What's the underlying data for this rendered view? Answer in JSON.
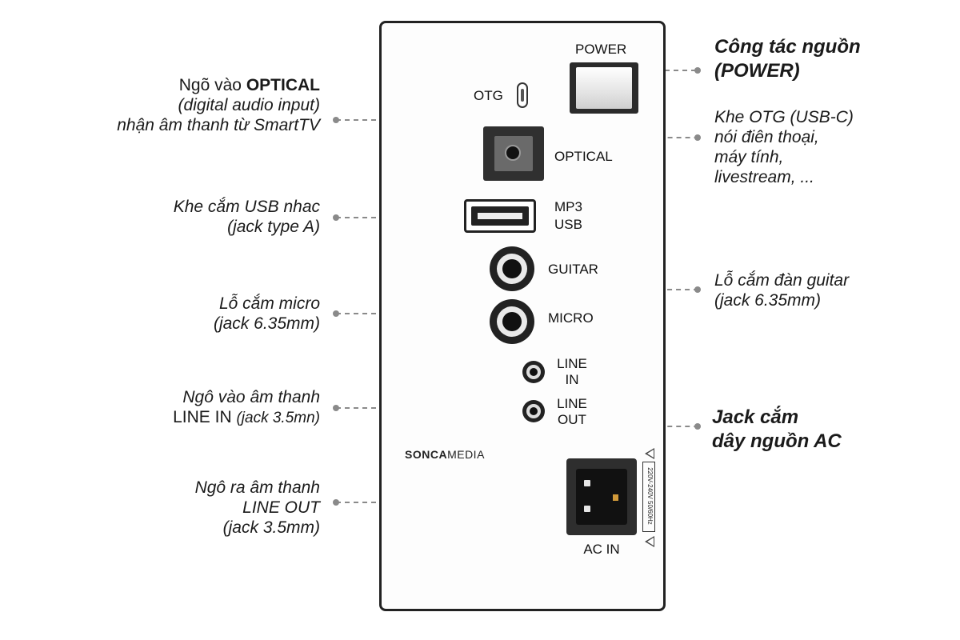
{
  "panel": {
    "power": "POWER",
    "otg": "OTG",
    "optical": "OPTICAL",
    "mp3": "MP3",
    "usb": "USB",
    "guitar": "GUITAR",
    "micro": "MICRO",
    "line_in_1": "LINE",
    "line_in_2": "IN",
    "line_out_1": "LINE",
    "line_out_2": "OUT",
    "ac_in": "AC IN",
    "ac_rating": "220V-240V 50/60Hz",
    "logo_bold": "SONCA",
    "logo_light": "MEDIA"
  },
  "callouts": {
    "optical": {
      "line1_pre": "Ngõ vào ",
      "line1_bold": "OPTICAL",
      "line2": "(digital audio input)",
      "line3": "nhận âm thanh từ SmartTV"
    },
    "usb": {
      "line1": "Khe cắm USB nhac",
      "line2": "(jack type A)"
    },
    "micro": {
      "line1": "Lỗ cắm micro",
      "line2": "(jack 6.35mm)"
    },
    "line_in": {
      "line1": "Ngô vào âm thanh",
      "line2_a": "LINE IN ",
      "line2_b": "(jack 3.5mn)"
    },
    "line_out": {
      "line1": "Ngô ra âm thanh",
      "line2": "LINE OUT",
      "line3": "(jack 3.5mm)"
    },
    "power": {
      "line1": "Công tác nguồn",
      "line2": "(POWER)"
    },
    "otg": {
      "line1": "Khe OTG (USB-C)",
      "line2": "nói điên thoại,",
      "line3": "máy tính,",
      "line4": "livestream, ..."
    },
    "guitar": {
      "line1": "Lỗ cắm đàn guitar",
      "line2": "(jack 6.35mm)"
    },
    "ac": {
      "line1": "Jack cắm",
      "line2": "dây nguồn AC"
    }
  },
  "colors": {
    "leader": "#8a8a8a",
    "panel_border": "#222222"
  }
}
